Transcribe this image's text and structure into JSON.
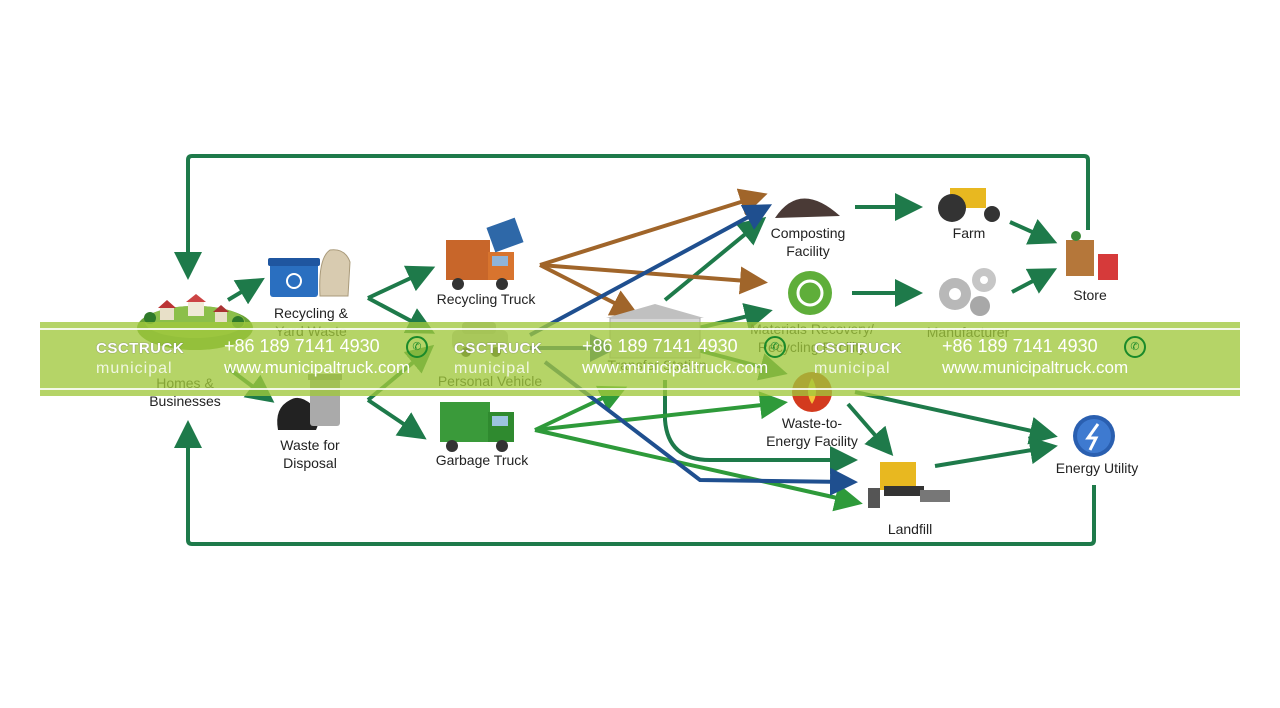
{
  "nodes": {
    "homes": "Homes &\nBusinesses",
    "recycling_yard": "Recycling &\nYard Waste",
    "waste_disposal": "Waste for\nDisposal",
    "recycling_truck": "Recycling Truck",
    "personal_vehicle": "Personal Vehicle",
    "garbage_truck": "Garbage Truck",
    "transfer_station": "Transfer Station",
    "composting": "Composting\nFacility",
    "mrf": "Materials Recovery/\nRecycling Facility",
    "wte": "Waste-to-\nEnergy Facility",
    "landfill": "Landfill",
    "farm": "Farm",
    "manufacturer": "Manufacturer",
    "store": "Store",
    "energy": "Energy Utility"
  },
  "watermark": {
    "brand": "CSCTRUCK",
    "sub": "municipal",
    "phone": "+86 189 7141 4930",
    "url": "www.municipaltruck.com",
    "whatsapp_icon": "whatsapp-icon"
  },
  "colors": {
    "green": "#1e7a4a",
    "bright_green": "#2e9a3a",
    "brown": "#a0652a",
    "blue": "#1f4f8f",
    "band": "#a0c83c"
  }
}
